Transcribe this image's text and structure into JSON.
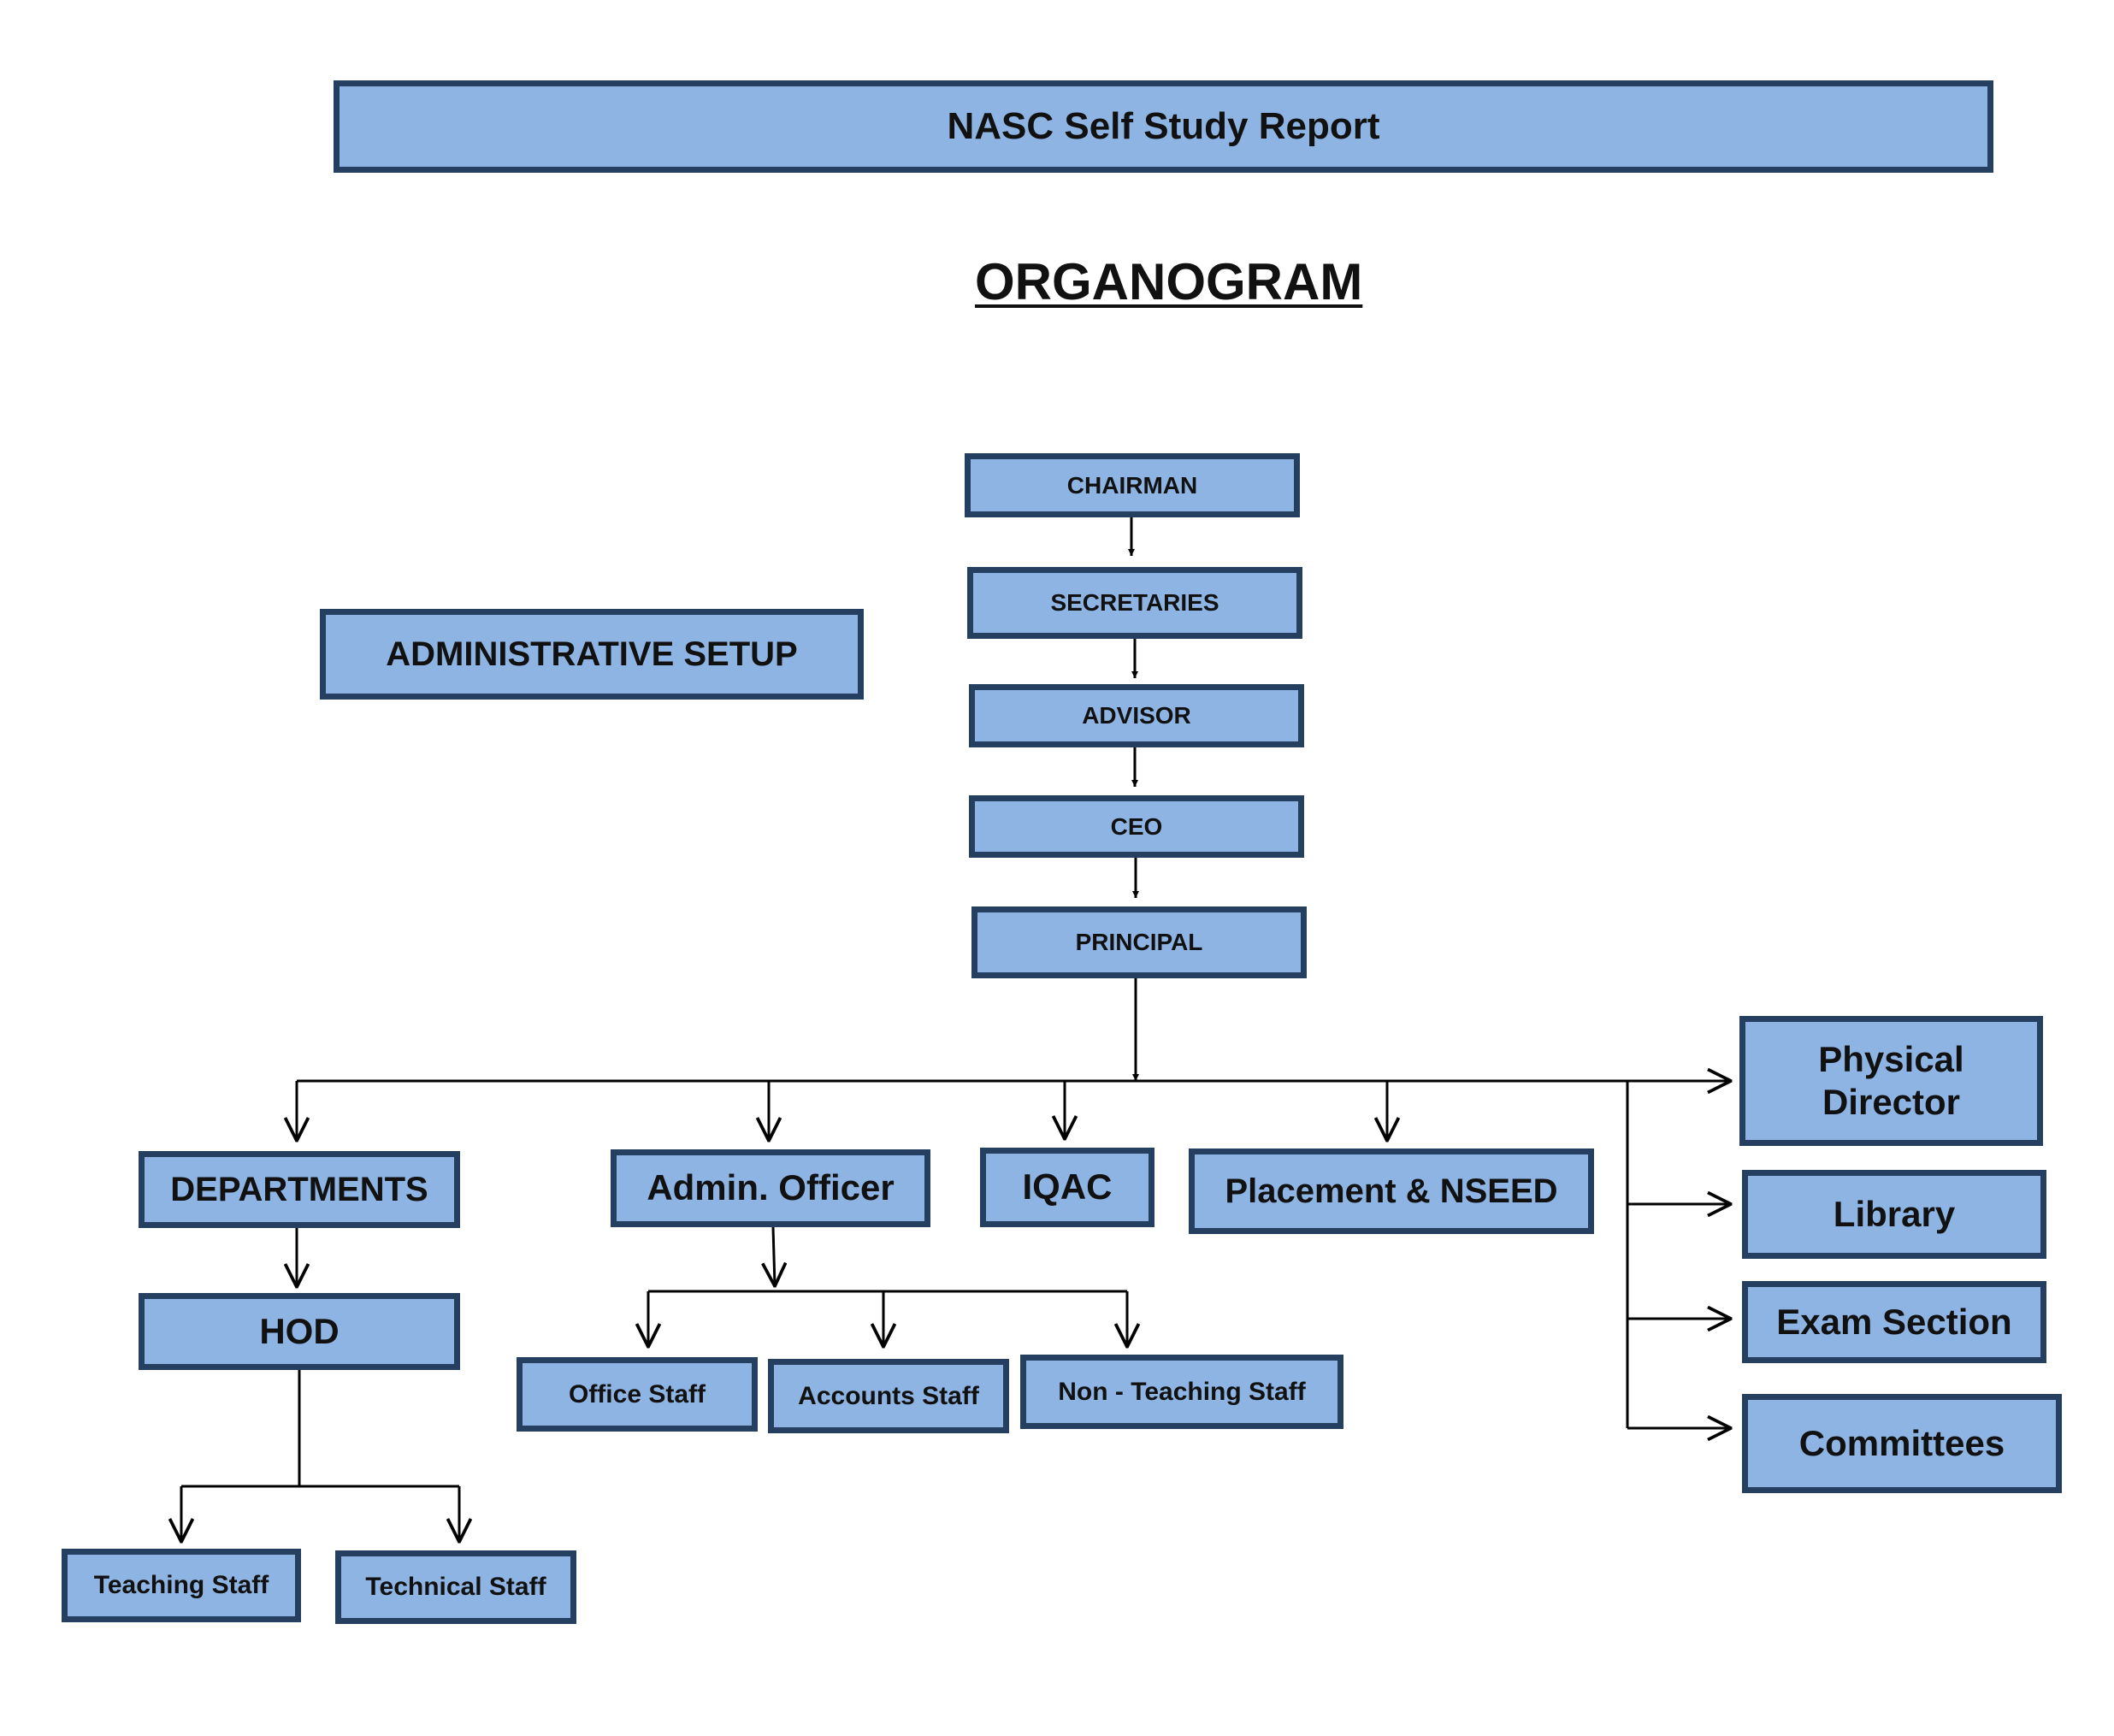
{
  "header": {
    "report_title": "NASC Self Study Report"
  },
  "diagram": {
    "title": "ORGANOGRAM",
    "section_label": "ADMINISTRATIVE SETUP",
    "chain": [
      "CHAIRMAN",
      "SECRETARIES",
      "ADVISOR",
      "CEO",
      "PRINCIPAL"
    ],
    "branches": {
      "departments": "DEPARTMENTS",
      "hod": "HOD",
      "teaching_staff": "Teaching Staff",
      "technical_staff": "Technical Staff",
      "admin_officer": "Admin. Officer",
      "office_staff": "Office Staff",
      "accounts_staff": "Accounts Staff",
      "non_teaching_staff": "Non - Teaching Staff",
      "iqac": "IQAC",
      "placement": "Placement & NSEED",
      "physical_director": "Physical Director",
      "library": "Library",
      "exam_section": "Exam Section",
      "committees": "Committees"
    }
  }
}
